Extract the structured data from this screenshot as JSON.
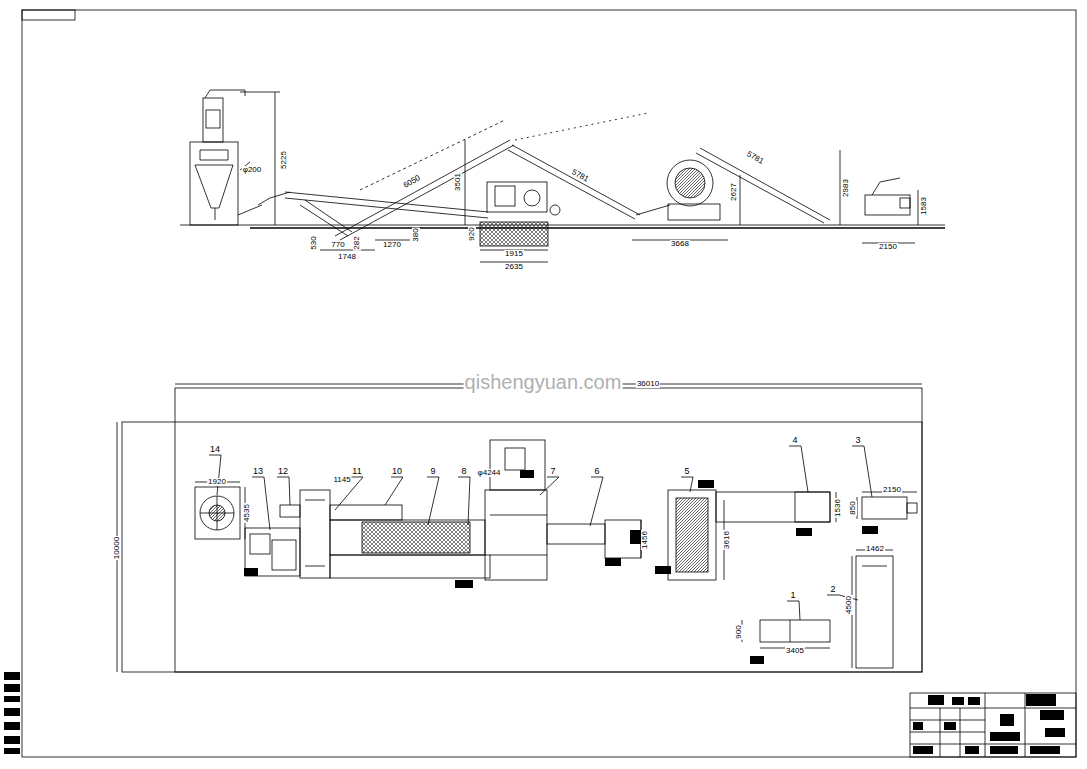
{
  "diagram": {
    "labels": [
      "φ200",
      "5225",
      "6050",
      "3501",
      "5781",
      "2627",
      "5781",
      "2983",
      "1583",
      "530",
      "770",
      "282",
      "1748",
      "1270",
      "380",
      "920",
      "1915",
      "2635",
      "3668",
      "2150",
      "qishengyuan.com",
      "36010",
      "10000",
      "14",
      "13",
      "12",
      "11",
      "10",
      "9",
      "8",
      "7",
      "6",
      "5",
      "4",
      "3",
      "2",
      "1",
      "1920",
      "4535",
      "1145",
      "φ4244",
      "1456",
      "3616",
      "1536",
      "2150",
      "850",
      "1462",
      "4500",
      "900",
      "3405"
    ]
  }
}
